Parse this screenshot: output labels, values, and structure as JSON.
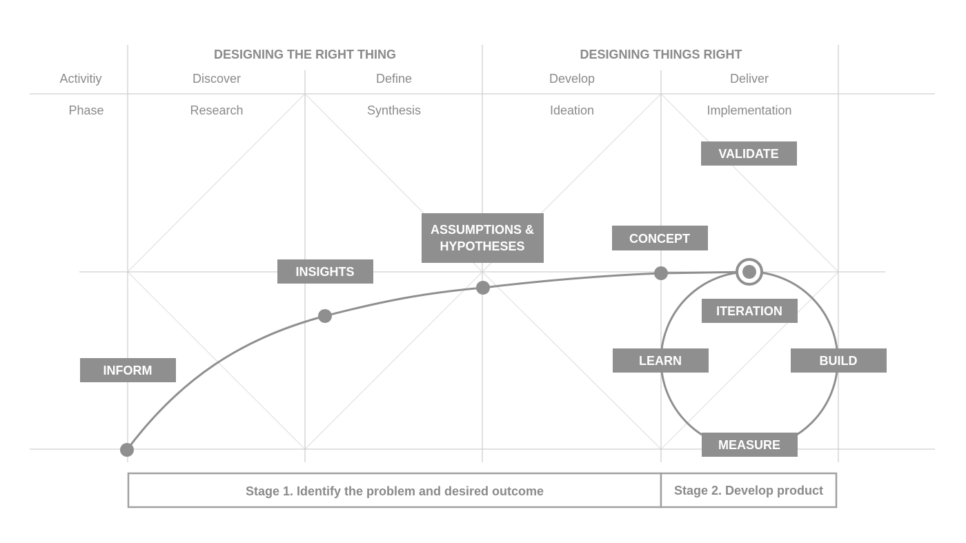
{
  "headers": {
    "left": "DESIGNING THE RIGHT THING",
    "right": "DESIGNING THINGS RIGHT"
  },
  "rows": {
    "activity_label": "Activitiy",
    "phase_label": "Phase",
    "activities": [
      "Discover",
      "Define",
      "Develop",
      "Deliver"
    ],
    "phases": [
      "Research",
      "Synthesis",
      "Ideation",
      "Implementation"
    ]
  },
  "milestones": {
    "inform": "INFORM",
    "insights": "INSIGHTS",
    "assumptions_line1": "ASSUMPTIONS &",
    "assumptions_line2": "HYPOTHESES",
    "concept": "CONCEPT",
    "validate": "VALIDATE"
  },
  "loop": {
    "iteration": "ITERATION",
    "learn": "LEARN",
    "build": "BUILD",
    "measure": "MEASURE"
  },
  "stages": {
    "stage1": "Stage 1. Identify the problem and desired outcome",
    "stage2": "Stage 2. Develop product"
  },
  "colors": {
    "box": "#8f8f8f",
    "text": "#8a8a8a",
    "grid": "#cfcfcf"
  }
}
